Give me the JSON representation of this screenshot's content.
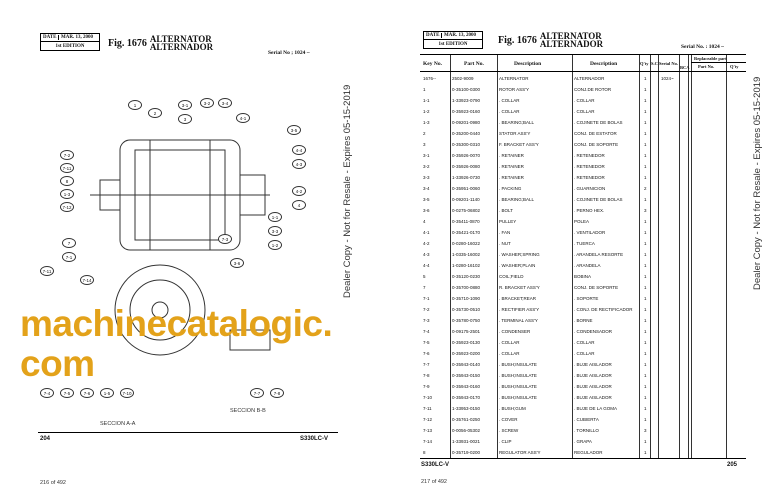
{
  "left_page": {
    "date_label": "DATE",
    "date": "MAR. 13, 2000",
    "edition": "1st EDITION",
    "fig_no": "Fig. 1676",
    "title_en": "ALTERNATOR",
    "title_es": "ALTERNADOR",
    "serial": "Serial No ; 1024 ~",
    "callouts": [
      "1",
      "2",
      "3",
      "3-1",
      "3-2",
      "3-4",
      "4-1",
      "3-5",
      "4-4",
      "4-3",
      "7-2",
      "7-11",
      "8",
      "1-3",
      "7-12",
      "4-2",
      "4",
      "1-1",
      "3-3",
      "1-2",
      "7-3",
      "7",
      "7-1",
      "7-11",
      "7-14",
      "3-6",
      "7-4",
      "7-5",
      "7-6",
      "1-5",
      "7-10",
      "7-7",
      "7-8"
    ],
    "section_a": "SECCION A-A",
    "section_b": "SECCION B-B",
    "page_no": "204",
    "model": "S330LC-V",
    "pdf_page": "216 of 492"
  },
  "right_page": {
    "date_label": "DATE",
    "date": "MAR. 13, 2000",
    "edition": "1st EDITION",
    "fig_no": "Fig. 1676",
    "title_en": "ALTERNATOR",
    "title_es": "ALTERNADOR",
    "serial": "Serial No. : 1024 ~",
    "headers": {
      "key": "Key No.",
      "part": "Part No.",
      "desc_en": "Description",
      "desc_es": "Description",
      "qty": "Q'ty",
      "sc": "S.C",
      "serial": "Serial No.",
      "bca": "BCA",
      "replaceable": "Replaceable part",
      "rep_part": "Part No.",
      "rep_qty": "Q'ty"
    },
    "rows": [
      [
        "1676--",
        "2502-9009",
        "ALTERNATOR",
        "ALTERNADOR",
        "1",
        "1024~"
      ],
      [
        "1",
        "0-35100-0300",
        "ROTOR ASS'Y",
        "CONJ.DE ROTOR",
        "1",
        ""
      ],
      [
        "1-1",
        "1-33923-0790",
        ". COLLAR",
        ". COLLAR",
        "1",
        ""
      ],
      [
        "1-2",
        "0-35923-0160",
        ". COLLAR",
        ". COLLAR",
        "1",
        ""
      ],
      [
        "1-3",
        "0-09201-0980",
        ". BEARING;BALL",
        ". COJINETE DE BOLAS",
        "1",
        ""
      ],
      [
        "2",
        "0-35200-0440",
        "STATOR ASS'Y",
        "CONJ. DE ESTATOR",
        "1",
        ""
      ],
      [
        "3",
        "0-35300-0310",
        "F. BRACKET ASS'Y",
        "CONJ. DE SOPORTE",
        "1",
        ""
      ],
      [
        "3-1",
        "0-35926-0070",
        ". RETAINER",
        ". RETENEDOR",
        "1",
        ""
      ],
      [
        "3-2",
        "0-35926-0080",
        ". RETAINER",
        ". RETENEDOR",
        "1",
        ""
      ],
      [
        "3-3",
        "1-33926-0730",
        ". RETAINER",
        ". RETENEDOR",
        "1",
        ""
      ],
      [
        "3-4",
        "0-35951-0060",
        ". PACKING",
        ". GUARNICION",
        "2",
        ""
      ],
      [
        "3-5",
        "0-09201-1140",
        ". BEARING;BALL",
        ". COJINETE DE BOLAS",
        "1",
        ""
      ],
      [
        "3-6",
        "0-0275-06802",
        ". BOLT",
        ". PERNO HEX.",
        "3",
        ""
      ],
      [
        "4",
        "0-35411-0870",
        "PULLEY",
        "POLEA",
        "1",
        ""
      ],
      [
        "4-1",
        "0-35421-0170",
        ". FAN",
        ". VENTILADOR",
        "1",
        ""
      ],
      [
        "4-2",
        "0-0280-16022",
        ". NUT",
        ". TUERCA",
        "1",
        ""
      ],
      [
        "4-3",
        "1-0335-16002",
        ". WASHER;SPRING",
        ". ARANDELA RESORTE",
        "1",
        ""
      ],
      [
        "4-4",
        "1-0280-16102",
        ". WASHER;PLAIN",
        ". ARANDELA",
        "1",
        ""
      ],
      [
        "5",
        "0-35120-0230",
        "COIL;FIELD",
        "BOBINA",
        "1",
        ""
      ],
      [
        "7",
        "0-35700-0880",
        "R. BRACKET ASS'Y",
        "CONJ. DE SOPORTE",
        "1",
        ""
      ],
      [
        "7-1",
        "0-35710-1090",
        ". BRACKET;REAR",
        ". SOPORTE",
        "1",
        ""
      ],
      [
        "7-2",
        "0-35730-0510",
        ". RECTIFIER ASS'Y",
        ". CONJ. DE RECTIFICADOR",
        "1",
        ""
      ],
      [
        "7-3",
        "0-35780-0750",
        ". TERMINAL ASS'Y",
        ". BORNE",
        "1",
        ""
      ],
      [
        "7-4",
        "0-09175-2501",
        ". CONDENSER",
        ". CONDENSADOR",
        "1",
        ""
      ],
      [
        "7-5",
        "0-35923-0130",
        ". COLLAR",
        ". COLLAR",
        "1",
        ""
      ],
      [
        "7-6",
        "0-35923-0200",
        ". COLLAR",
        ". COLLAR",
        "1",
        ""
      ],
      [
        "7-7",
        "0-35943-0140",
        ". BUSH;INSULATE",
        ". BUJE AISLADOR",
        "1",
        ""
      ],
      [
        "7-8",
        "0-35943-0150",
        ". BUSH;INSULATE",
        ". BUJE AISLADOR",
        "1",
        ""
      ],
      [
        "7-9",
        "0-35943-0160",
        ". BUSH;INSULATE",
        ". BUJE AISLADOR",
        "1",
        ""
      ],
      [
        "7-10",
        "0-35943-0170",
        ". BUSH;INSULATE",
        ". BUJE AISLADOR",
        "1",
        ""
      ],
      [
        "7-11",
        "1-33953-0150",
        ". BUSH;GUM",
        ". BUJE DE LA GOMA",
        "1",
        ""
      ],
      [
        "7-12",
        "0-35761-0250",
        ". COVER",
        ". CUBIERTA",
        "1",
        ""
      ],
      [
        "7-13",
        "0-0056-05302",
        ". SCREW",
        ". TORNILLO",
        "3",
        ""
      ],
      [
        "7-14",
        "1-33931-0021",
        ". CLIP",
        ". GRAPA",
        "1",
        ""
      ],
      [
        "8",
        "0-35719-0200",
        "REGULATOR ASS'Y",
        "REGULADOR",
        "1",
        ""
      ]
    ],
    "page_no": "205",
    "model": "S330LC-V",
    "pdf_page": "217 of 492"
  },
  "watermark": "Dealer Copy - Not for Resale - Expires 05-15-2019",
  "brand_watermark": "machinecatalogic.com"
}
